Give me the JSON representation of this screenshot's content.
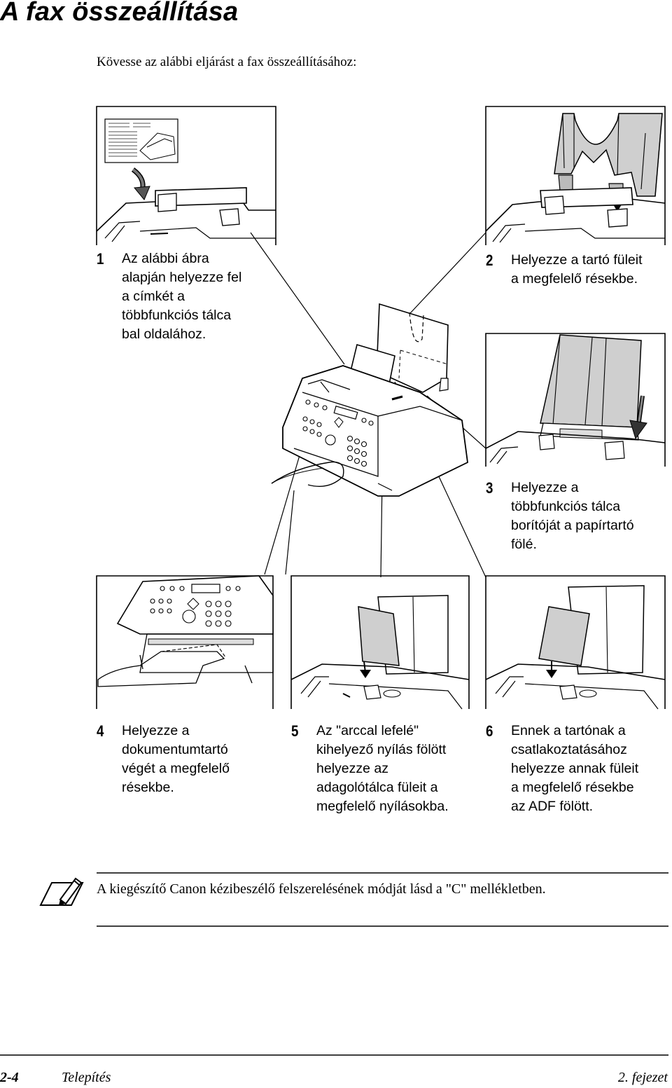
{
  "page": {
    "title": "A fax összeállítása",
    "intro": "Kövesse az alábbi eljárást a fax összeállításához:"
  },
  "steps": [
    {
      "number": "1",
      "text": "Az alábbi ábra\nalapján helyezze fel\na címkét a\ntöbbfunkciós tálca\nbal oldalához."
    },
    {
      "number": "2",
      "text": "Helyezze a tartó füleit\na megfelelő résekbe."
    },
    {
      "number": "3",
      "text": "Helyezze a\ntöbbfunkciós tálca\nborítóját a papírtartó\nfölé."
    },
    {
      "number": "4",
      "text": "Helyezze a\ndokumentumtartó\nvégét a megfelelő\nrésekbe."
    },
    {
      "number": "5",
      "text": "Az \"arccal lefelé\"\nkihelyező nyílás fölött\nhelyezze az\nadagolótálca füleit a\nmegfelelő nyílásokba."
    },
    {
      "number": "6",
      "text": "Ennek a tartónak a\ncsatlakoztatásához\nhelyezze annak füleit\na megfelelő résekbe\naz ADF fölött."
    }
  ],
  "note": {
    "icon": "pencil-note-icon",
    "text": "A kiegészítő Canon kézibeszélő felszerelésének módját lásd a \"C\" mellékletben."
  },
  "footer": {
    "page_number": "2-4",
    "section": "Telepítés",
    "chapter": "2. fejezet"
  }
}
